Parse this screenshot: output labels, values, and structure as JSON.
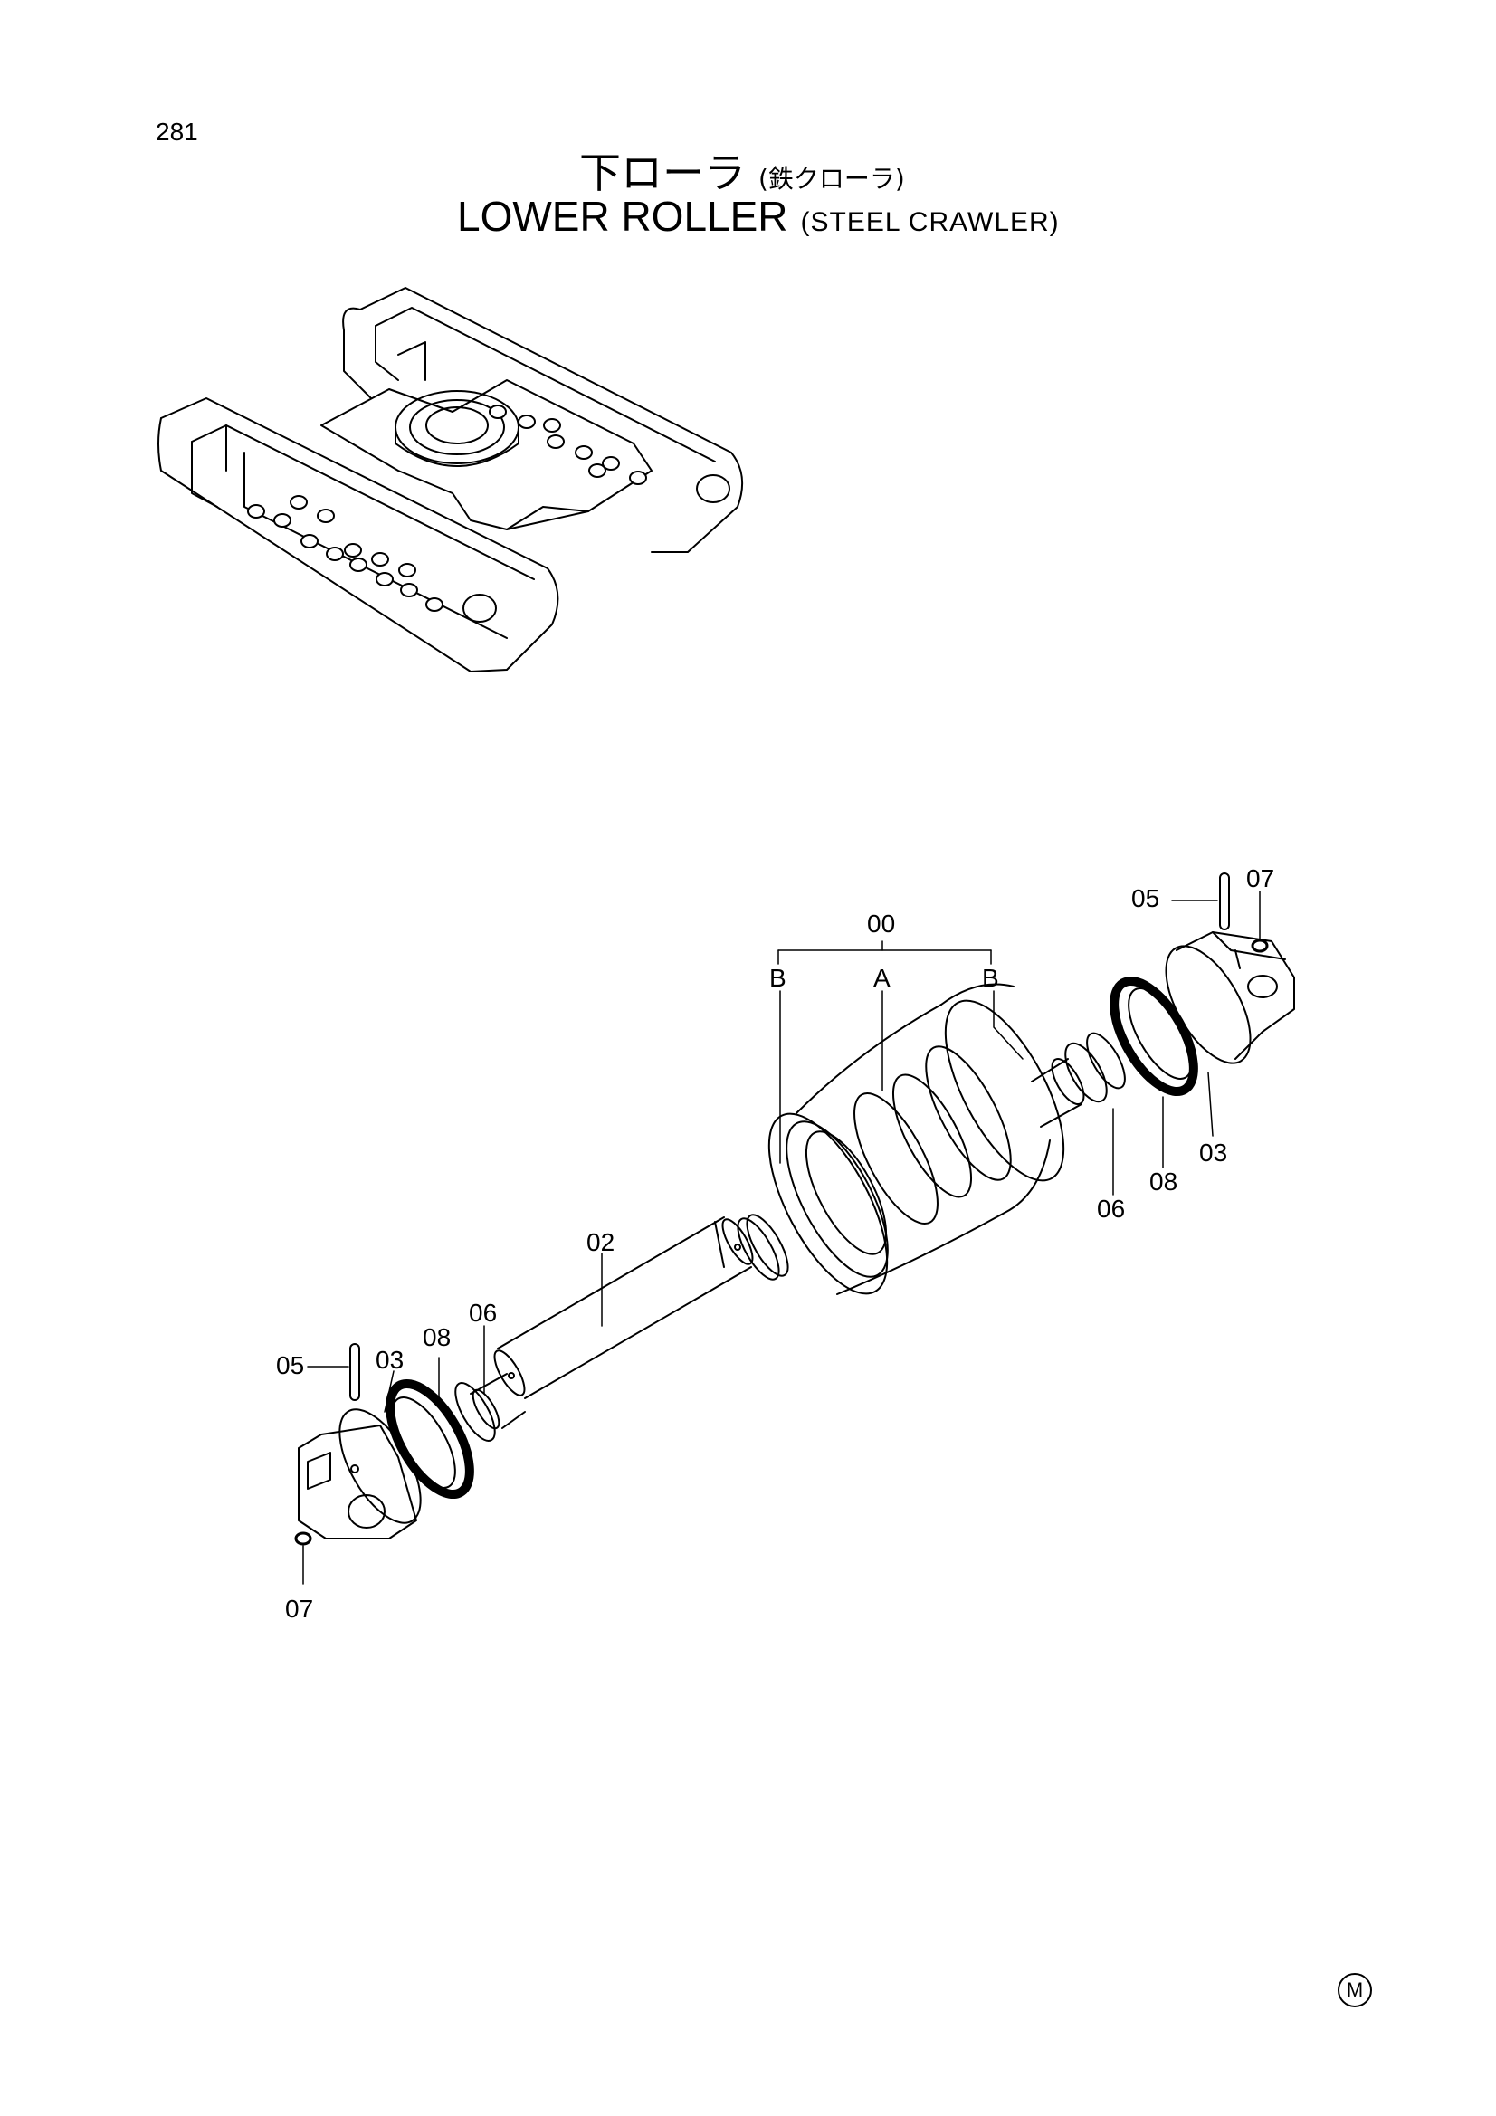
{
  "page_number": "281",
  "title": {
    "japanese": "下ローラ",
    "japanese_sub": "(鉄クローラ)",
    "english": "LOWER ROLLER",
    "english_sub": "(STEEL CRAWLER)"
  },
  "callouts": {
    "assembly": "00",
    "part_a": "A",
    "part_b_left": "B",
    "part_b_right": "B",
    "shaft": "02",
    "collar_left": "03",
    "collar_right": "03",
    "pin_left": "05",
    "pin_right": "05",
    "oring_left": "06",
    "oring_right": "06",
    "plug_left": "07",
    "plug_right": "07",
    "seal_left": "08",
    "seal_right": "08"
  },
  "footer_mark": "M"
}
